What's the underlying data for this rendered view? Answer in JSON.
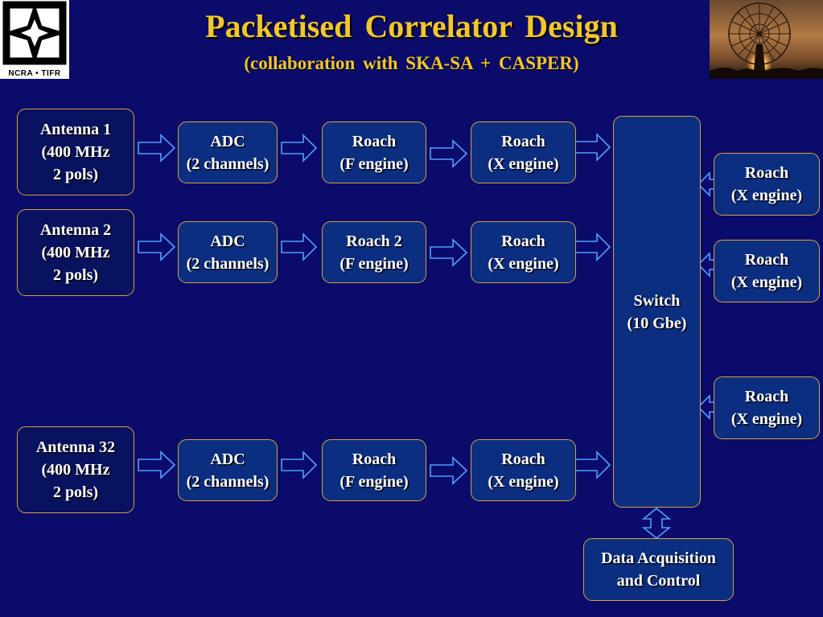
{
  "header": {
    "title": "Packetised  Correlator  Design",
    "subtitle": "(collaboration  with  SKA-SA  +  CASPER)",
    "logo_text": "NCRA • TIFR"
  },
  "colors": {
    "background": "#0a0b6b",
    "title": "#f2c72a",
    "box_border": "#d8a23a",
    "arrow": "#4fa0ff"
  },
  "diagram": {
    "rows": [
      {
        "antenna": [
          "Antenna 1",
          "(400 MHz",
          "2 pols)"
        ],
        "adc": [
          "ADC",
          "(2 channels)"
        ],
        "f_engine": [
          "Roach",
          "(F engine)"
        ],
        "x_engine": [
          "Roach",
          "(X engine)"
        ]
      },
      {
        "antenna": [
          "Antenna 2",
          "(400 MHz",
          "2 pols)"
        ],
        "adc": [
          "ADC",
          "(2 channels)"
        ],
        "f_engine": [
          "Roach 2",
          "(F engine)"
        ],
        "x_engine": [
          "Roach",
          "(X engine)"
        ]
      },
      {
        "antenna": [
          "Antenna 32",
          "(400 MHz",
          "2 pols)"
        ],
        "adc": [
          "ADC",
          "(2 channels)"
        ],
        "f_engine": [
          "Roach",
          "(F engine)"
        ],
        "x_engine": [
          "Roach",
          "(X engine)"
        ]
      }
    ],
    "switch": [
      "Switch",
      "(10 Gbe)"
    ],
    "right_x_engines": [
      [
        "Roach",
        "(X engine)"
      ],
      [
        "Roach",
        "(X engine)"
      ],
      [
        "Roach",
        "(X engine)"
      ]
    ],
    "daq": [
      "Data Acquisition",
      "and Control"
    ]
  }
}
